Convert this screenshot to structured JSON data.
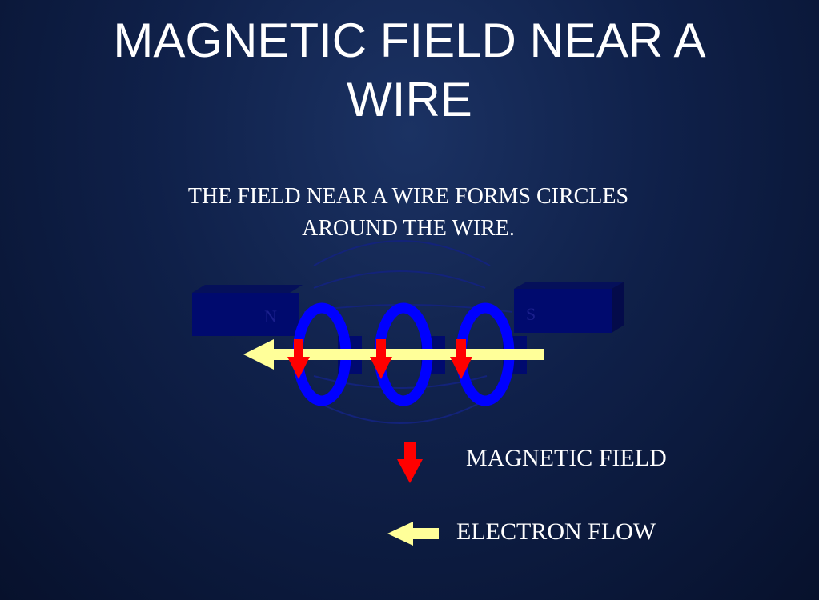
{
  "title_line1": "MAGNETIC FIELD NEAR A",
  "title_line2": "WIRE",
  "subtitle_line1": "THE FIELD NEAR A WIRE FORMS CIRCLES",
  "subtitle_line2": "AROUND THE WIRE.",
  "magnets": {
    "north_label": "N",
    "south_label": "S"
  },
  "legend": {
    "field_label": "MAGNETIC FIELD",
    "flow_label": "ELECTRON FLOW"
  },
  "colors": {
    "field_arrow": "#ff0000",
    "flow_arrow": "#ffff99",
    "loops": "#0000ff",
    "magnet": "#000080"
  }
}
